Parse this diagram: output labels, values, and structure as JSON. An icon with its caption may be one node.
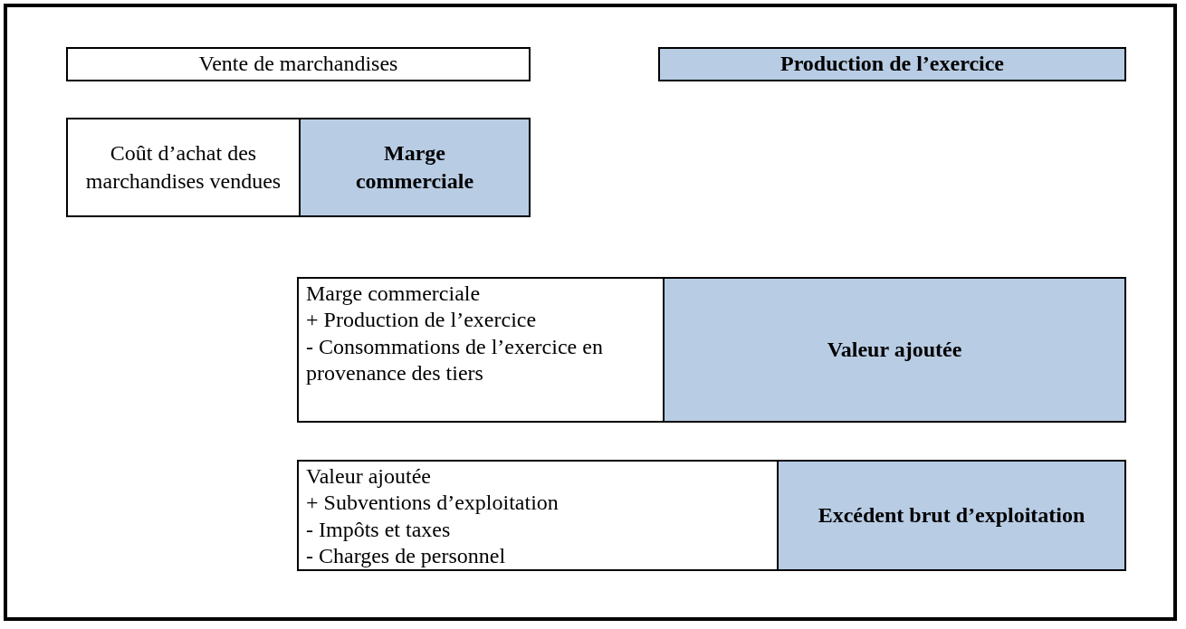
{
  "diagram": {
    "nodes": [
      {
        "text": [
          "Vente de marchandises"
        ]
      },
      {
        "text": [
          "Production de l’exercice"
        ]
      },
      {
        "text": [
          "Coût d’achat des marchandises vendues"
        ]
      },
      {
        "text": [
          "Marge commerciale"
        ]
      },
      {
        "text": [
          "Marge commerciale",
          "+ Production de l’exercice",
          "- Consommations de l’exercice en provenance des tiers"
        ]
      },
      {
        "text": [
          "Valeur ajoutée"
        ]
      },
      {
        "text": [
          "Valeur ajoutée",
          "+ Subventions d’exploitation",
          "- Impôts et taxes",
          "- Charges de personnel"
        ]
      },
      {
        "text": [
          "Excédent brut d’exploitation"
        ]
      }
    ]
  }
}
